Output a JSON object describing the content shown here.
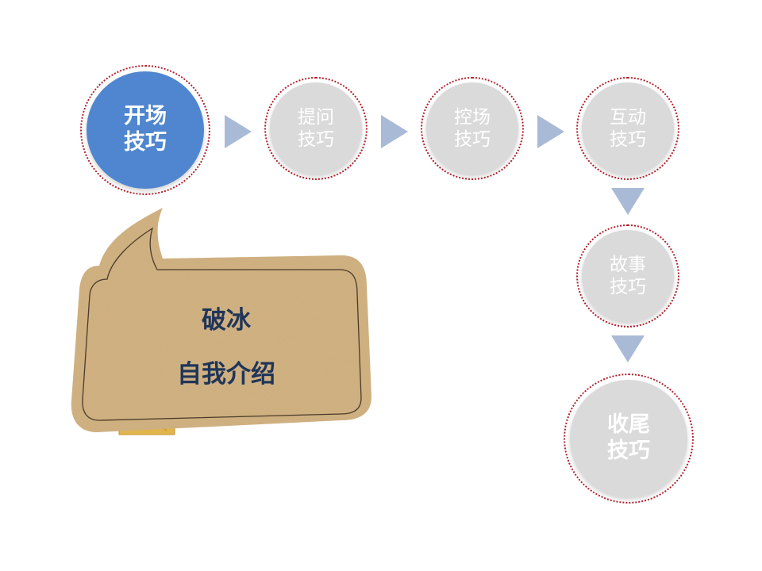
{
  "colors": {
    "active_fill": "#4f86cf",
    "inactive_fill": "#dadada",
    "dotted_border": "#b0202c",
    "arrow": "#a9bad6",
    "bubble_fill": "#d4b483",
    "bubble_text": "#1f3559"
  },
  "steps": [
    {
      "line1": "开场",
      "line2": "技巧",
      "state": "active"
    },
    {
      "line1": "提问",
      "line2": "技巧",
      "state": "inactive"
    },
    {
      "line1": "控场",
      "line2": "技巧",
      "state": "inactive"
    },
    {
      "line1": "互动",
      "line2": "技巧",
      "state": "inactive"
    },
    {
      "line1": "故事",
      "line2": "技巧",
      "state": "inactive"
    },
    {
      "line1": "收尾",
      "line2": "技巧",
      "state": "inactive"
    }
  ],
  "bubble": {
    "line1": "破冰",
    "line2": "自我介绍"
  }
}
